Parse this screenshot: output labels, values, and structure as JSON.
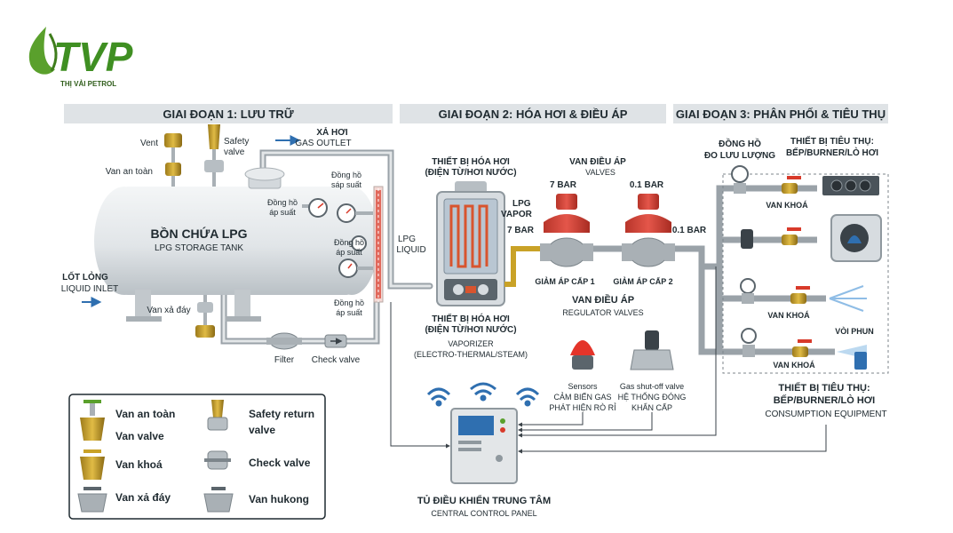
{
  "logo": {
    "mark": "TVP",
    "brand": "THỊ VẢI PETROL"
  },
  "stages": [
    {
      "title": "GIAI ĐOẠN 1: LƯU TRỮ"
    },
    {
      "title": "GIAI ĐOẠN 2: HÓA HƠI & ĐIỀU ÁP"
    },
    {
      "title": "GIAI ĐOẠN 3: PHÂN PHỐI & TIÊU THỤ"
    }
  ],
  "tank": {
    "title": "BỒN CHỨA LPG",
    "subtitle": "LPG STORAGE TANK"
  },
  "stage1": {
    "vent": "Vent",
    "safety_valve_1": "Safety",
    "safety_valve_2": "valve",
    "van_an_toan": "Van an toàn",
    "gas_outlet_1": "XẢ HƠI",
    "gas_outlet_2": "GAS OUTLET",
    "dong_ho_sap_suat_1": "Đồng hồ",
    "dong_ho_sap_suat_2": "sáp suất",
    "dong_ho_ap_suat_top_1": "Đồng hồ",
    "dong_ho_ap_suat_top_2": "áp suất",
    "dong_ho_mid_1": "Đồng hồ",
    "dong_ho_mid_2": "áp suất",
    "dong_ho_bottom_1": "Đồng hồ",
    "dong_ho_bottom_2": "áp suất",
    "liquid_inlet_1": "LỐT LỎNG",
    "liquid_inlet_2": "LIQUID INLET",
    "van_xa_day": "Van xả đáy",
    "filter": "Filter",
    "check_valve": "Check valve"
  },
  "stage2": {
    "vaporizer_top_1": "THIẾT BỊ HÓA HƠI",
    "vaporizer_top_2": "(ĐIỆN TỪ/HƠI NƯỚC)",
    "lpg_vapor_1": "LPG",
    "lpg_vapor_2": "VAPOR",
    "lpg_liquid_1": "LPG",
    "lpg_liquid_2": "LIQUID",
    "vaporizer_bottom_1": "THIẾT BỊ HÓA HƠI",
    "vaporizer_bottom_2": "(ĐIỆN TỪ/HƠI NƯỚC)",
    "vaporizer_bottom_3": "VAPORIZER",
    "vaporizer_bottom_4": "(ELECTRO-THERMAL/STEAM)",
    "van_dieu_ap_top_1": "VAN ĐIỀU ÁP",
    "van_dieu_ap_top_2": "VALVES",
    "bar_7_a": "7 BAR",
    "bar_01_a": "0.1 BAR",
    "bar_7_b": "7 BAR",
    "bar_01_b": "0.1 BAR",
    "giam_ap_1": "GIẢM ÁP CẤP 1",
    "giam_ap_2": "GIẢM ÁP CẤP 2",
    "van_dieu_ap_bottom_1": "VAN ĐIỀU ÁP",
    "van_dieu_ap_bottom_2": "REGULATOR VALVES",
    "sensors_1": "Sensors",
    "sensors_2": "CẢM BIẾN GAS",
    "sensors_3": "PHÁT HIỆN RÒ RỈ",
    "shutoff_1": "Gas shut-off valve",
    "shutoff_2": "HỆ THỐNG ĐÓNG",
    "shutoff_3": "KHẨN CẤP",
    "panel_1": "TỦ ĐIỀU KHIỂN TRUNG TÂM",
    "panel_2": "CENTRAL CONTROL PANEL"
  },
  "stage3": {
    "flow_meter_1": "ĐỒNG HỒ",
    "flow_meter_2": "ĐO LƯU LƯỢNG",
    "equip_top_1": "THIẾT BỊ TIÊU THỤ:",
    "equip_top_2": "BẾP/BURNER/LÒ HƠI",
    "van_khoa_1": "VAN KHOÁ",
    "van_khoa_2": "VAN KHOÁ",
    "van_khoa_3": "VAN KHOÁ",
    "voi_phun": "VÒI PHUN",
    "equip_bottom_1": "THIẾT BỊ TIÊU THỤ:",
    "equip_bottom_2": "BẾP/BURNER/LÒ HƠI",
    "equip_bottom_3": "CONSUMPTION EQUIPMENT"
  },
  "legend": [
    {
      "label": "Van an toàn",
      "icon": "safety-valve-icon"
    },
    {
      "label": "Van valve",
      "icon": "gate-valve-icon"
    },
    {
      "label": "Van khoá",
      "icon": "lock-valve-icon"
    },
    {
      "label": "Van xả đáy",
      "icon": "drain-valve-icon"
    },
    {
      "label": "Safety return",
      "icon": "safety-return-valve-icon"
    },
    {
      "label": "valve",
      "icon": ""
    },
    {
      "label": "Check valve",
      "icon": "check-valve-icon"
    },
    {
      "label": "Van hukong",
      "icon": "hukong-valve-icon"
    }
  ],
  "colors": {
    "brass": "#c9a227",
    "steel": "#a9b0b5",
    "red": "#d83a2a",
    "green": "#5aa02c",
    "blue": "#2f6fb0",
    "pipe": "#c7ccd0",
    "header": "#dfe3e6"
  }
}
